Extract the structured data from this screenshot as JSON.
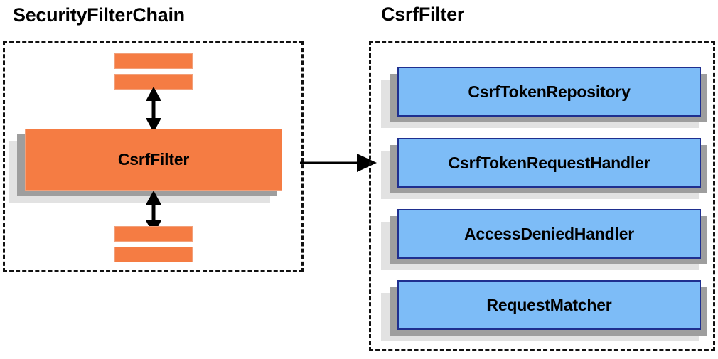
{
  "diagram": {
    "type": "component-relationship-diagram",
    "background": "#ffffff",
    "palette": {
      "orange_fill": "#f57c43",
      "orange_border": "#f2a07a",
      "blue_fill": "#7dbcf7",
      "blue_border": "#1f2f8f",
      "shadow_dark": "#9e9e9e",
      "shadow_light": "#e2e2e2",
      "outline": "#111111",
      "text": "#000000"
    }
  },
  "left_panel": {
    "title": "SecurityFilterChain",
    "filters_above": [
      {
        "label": ""
      },
      {
        "label": ""
      }
    ],
    "main_component": {
      "label": "CsrfFilter"
    },
    "filters_below": [
      {
        "label": ""
      },
      {
        "label": ""
      }
    ],
    "arrow_up": {
      "type": "double-headed-vertical"
    },
    "arrow_down": {
      "type": "double-headed-vertical"
    }
  },
  "connector": {
    "type": "single-headed-horizontal",
    "from": "CsrfFilter",
    "to": "CsrfFilter collaborators"
  },
  "right_panel": {
    "title": "CsrfFilter",
    "collaborators": [
      {
        "label": "CsrfTokenRepository"
      },
      {
        "label": "CsrfTokenRequestHandler"
      },
      {
        "label": "AccessDeniedHandler"
      },
      {
        "label": "RequestMatcher"
      }
    ]
  }
}
